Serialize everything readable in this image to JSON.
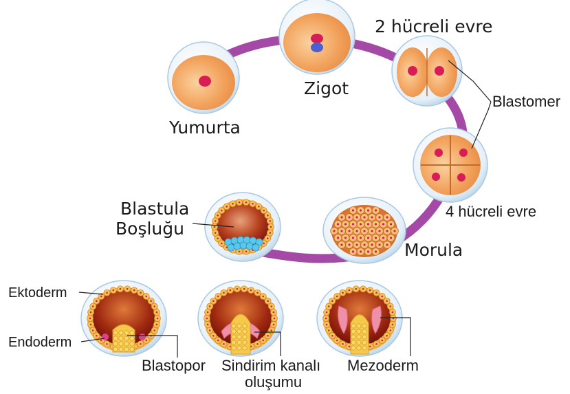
{
  "labels": {
    "yumurta": "Yumurta",
    "zigot": "Zigot",
    "iki_hucreli": "2 hücreli evre",
    "blastomer": "Blastomer",
    "dort_hucreli": "4 hücreli evre",
    "morula": "Morula",
    "blastula_1": "Blastula",
    "blastula_2": "Boşluğu",
    "ektoderm": "Ektoderm",
    "endoderm": "Endoderm",
    "blastopor": "Blastopor",
    "sindirim_1": "Sindirim kanalı",
    "sindirim_2": "oluşumu",
    "mezoderm": "Mezoderm"
  },
  "colors": {
    "ring_path": "#a44aa6",
    "cell_orange": "#f2a25c",
    "nucleus": "#d81c55",
    "membrane": "#c9dff0",
    "blastula_cavity": "#8a1414",
    "ectoderm_cells": "#f2b042",
    "endoderm_cells": "#f7c94a",
    "mesoderm": "#f090a8",
    "blue_cells": "#5cc7ec"
  }
}
